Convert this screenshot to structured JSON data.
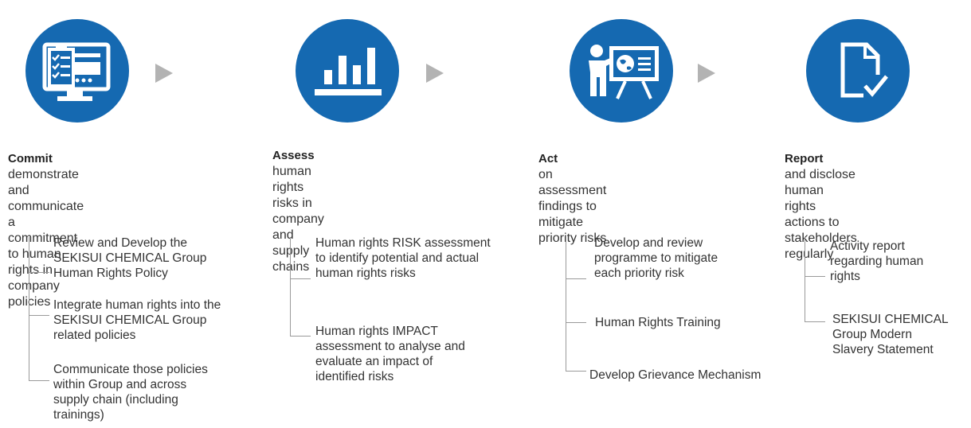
{
  "colors": {
    "circle": "#1569b1",
    "arrow": "#b3b3b3",
    "line": "#9a9a9a"
  },
  "stages": [
    {
      "icon": "computer-checklist-icon",
      "title": "Commit",
      "desc": [
        "demonstrate and communicate a",
        "commitment to human rights in",
        "company policies"
      ],
      "items": [
        [
          "Review and Develop the",
          "SEKISUI CHEMICAL Group",
          "Human Rights Policy"
        ],
        [
          "Integrate human rights into the",
          "SEKISUI CHEMICAL Group",
          "related policies"
        ],
        [
          "Communicate those policies",
          "within Group and across",
          "supply chain (including",
          "trainings)"
        ]
      ]
    },
    {
      "icon": "bar-chart-icon",
      "title": "Assess",
      "desc": [
        "human rights risks in company",
        "and supply chains"
      ],
      "items": [
        [
          "Human rights RISK assessment",
          "to identify potential and actual",
          "human rights risks"
        ],
        [
          "Human rights IMPACT",
          "assessment to analyse and",
          "evaluate an impact of",
          "identified risks"
        ]
      ]
    },
    {
      "icon": "presentation-icon",
      "title": "Act",
      "desc": [
        "on assessment findings to",
        "mitigate priority risks"
      ],
      "items": [
        [
          "Develop and review",
          "programme to mitigate",
          "each priority risk"
        ],
        [
          "Human Rights Training"
        ],
        [
          "Develop Grievance Mechanism"
        ]
      ]
    },
    {
      "icon": "document-check-icon",
      "title": "Report",
      "desc": [
        "and disclose human rights",
        "actions to stakeholders",
        "regularly"
      ],
      "items": [
        [
          "Activity report",
          "regarding human",
          "rights"
        ],
        [
          "SEKISUI CHEMICAL",
          "Group Modern",
          "Slavery Statement"
        ]
      ]
    }
  ]
}
